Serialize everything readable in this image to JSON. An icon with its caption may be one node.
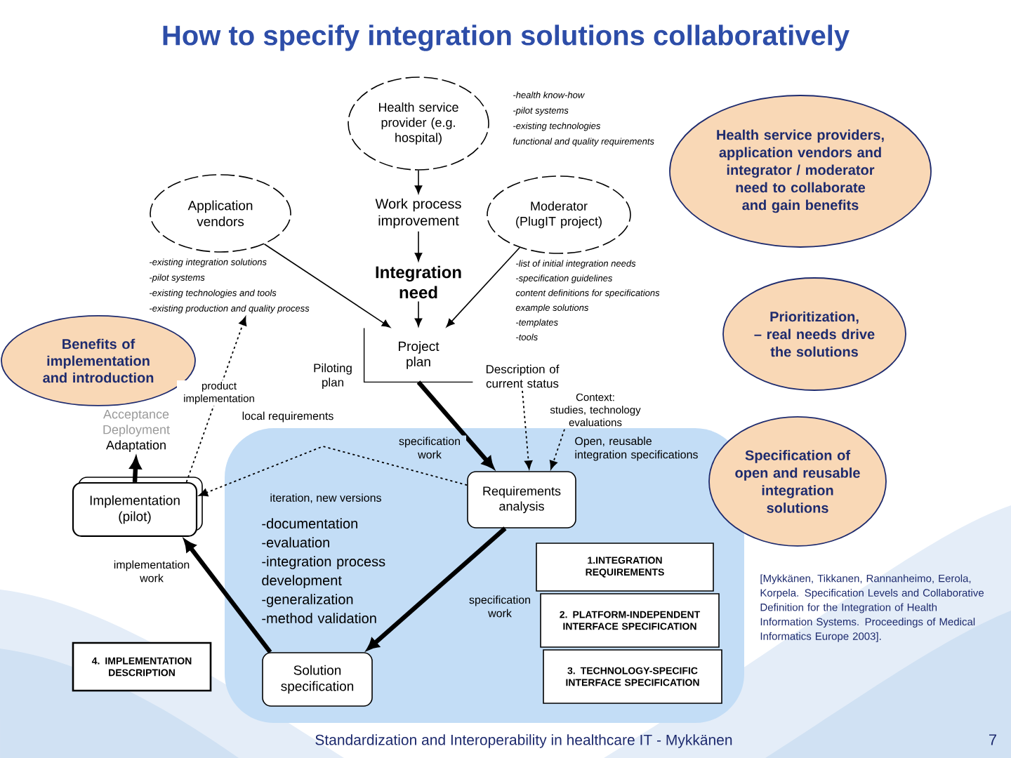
{
  "diagram": {
    "title": "How to specify integration solutions collaboratively",
    "nodes": [
      {
        "text": [
          "Health service provider (e.g. hospital)"
        ]
      },
      {
        "text": [
          "-health know-how",
          "-pilot systems",
          "-existing technologies",
          "functional and quality requirements"
        ]
      },
      {
        "text": [
          "Work process improvement"
        ]
      },
      {
        "text": [
          "Application vendors"
        ]
      },
      {
        "text": [
          "Moderator (PlugIT project)"
        ]
      },
      {
        "text": [
          "Health service providers, application vendors and integrator / moderator need to collaborate and gain benefits"
        ]
      },
      {
        "text": [
          "-existing integration solutions",
          "-pilot systems",
          "-existing technologies and tools",
          "-existing production and quality process"
        ]
      },
      {
        "text": [
          "Integration need"
        ]
      },
      {
        "text": [
          "-list of initial integration needs",
          "-specification guidelines",
          "content definitions for specifications",
          "example solutions",
          "-templates",
          "-tools"
        ]
      },
      {
        "text": [
          "Project plan"
        ]
      },
      {
        "text": [
          "Prioritization,",
          "– real needs drive the solutions"
        ]
      },
      {
        "text": [
          "Description of current status"
        ]
      },
      {
        "text": [
          "Benefits of implementation and introduction"
        ]
      },
      {
        "text": [
          "Context:",
          "studies, technology evaluations"
        ]
      },
      {
        "text": [
          "Acceptance",
          "Deployment",
          "Adaptation"
        ]
      },
      {
        "text": [
          "-documentation",
          "-evaluation",
          "-integration process development",
          "-generalization",
          "-method validation"
        ]
      },
      {
        "text": [
          "Implementation (pilot)"
        ]
      },
      {
        "text": [
          "Requirements analysis"
        ],
        "in": 15
      },
      {
        "text": [
          "Specification of open and reusable integration solutions"
        ]
      },
      {
        "text": [
          "1.INTEGRATION REQUIREMENTS"
        ],
        "in": 15
      },
      {
        "text": [
          "2. PLATFORM-INDEPENDENT INTERFACE SPECIFICATION"
        ],
        "in": 15
      },
      {
        "text": [
          "4. IMPLEMENTATION DESCRIPTION"
        ]
      },
      {
        "text": [
          "3. TECHNOLOGY-SPECIFIC INTERFACE SPECIFICATION"
        ],
        "in": 15
      },
      {
        "text": [
          "Solution specification"
        ],
        "in": 15
      }
    ],
    "edges": [
      {
        "from": 0,
        "to": 2,
        "arrow": "to"
      },
      {
        "from": 2,
        "to": 7,
        "arrow": "to"
      },
      {
        "from": 7,
        "to": 9,
        "arrow": "to"
      },
      {
        "from": 3,
        "to": 9,
        "arrow": "to"
      },
      {
        "from": 4,
        "to": 9,
        "arrow": "to"
      },
      {
        "from": 9,
        "to": 17,
        "arrow": "to",
        "label": "specification work",
        "style": "thick"
      },
      {
        "from": 11,
        "to": 17,
        "arrow": "to",
        "style": "dashed"
      },
      {
        "from": 13,
        "to": 17,
        "arrow": "to",
        "style": "dashed"
      },
      {
        "from": 17,
        "to": 23,
        "arrow": "to",
        "label": "specification work",
        "style": "thick"
      },
      {
        "from": 23,
        "to": 16,
        "arrow": "to",
        "label": "implementation work",
        "style": "thick"
      },
      {
        "from": 16,
        "to": 14,
        "arrow": "to",
        "style": "thick"
      },
      {
        "from": 16,
        "to": 6,
        "arrow": "to",
        "label": "product implementation",
        "style": "dashed"
      },
      {
        "from": 17,
        "to": 16,
        "arrow": "to",
        "label": "local requirements",
        "style": "dashed"
      }
    ],
    "labels": [
      "Piloting plan",
      "iteration, new versions",
      "Open, reusable integration specifications",
      "[Mykkänen, Tikkanen, Rannanheimo, Eerola, Korpela. Specification Levels and Collaborative Definition for the Integration of Health Information Systems. Proceedings of Medical Informatics Europe 2003].",
      "Standardization and Interoperability in healthcare IT - Mykkänen",
      "7"
    ]
  }
}
